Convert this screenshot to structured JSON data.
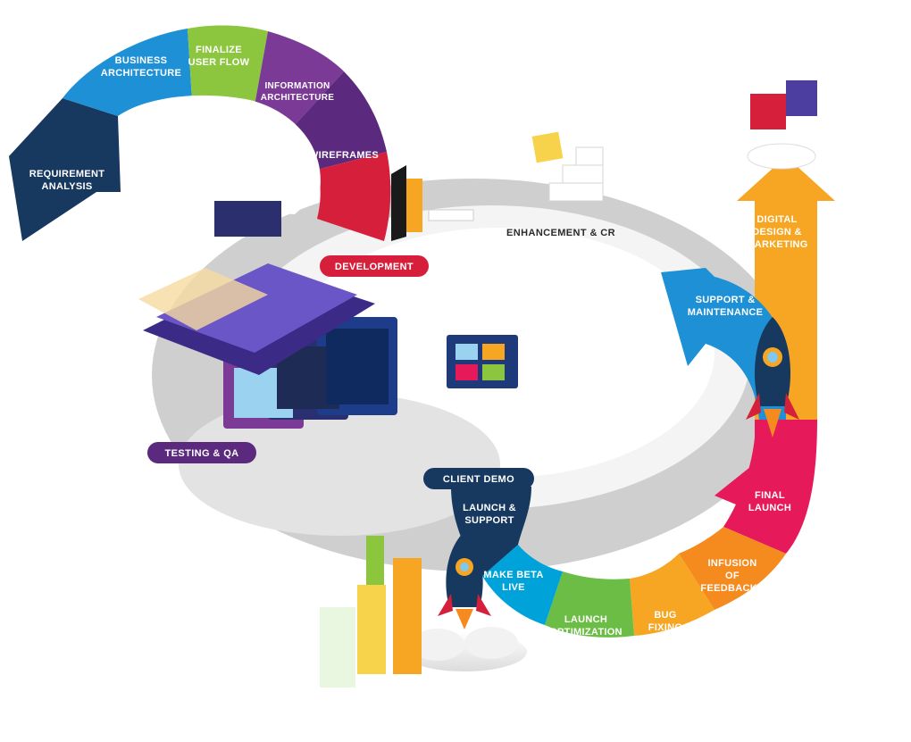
{
  "colors": {
    "navy": "#17385f",
    "blue": "#1e90d6",
    "green": "#8cc63f",
    "purple": "#7a3a96",
    "deep_purple": "#5b2a7e",
    "red": "#d61f3a",
    "pink": "#e6195a",
    "orange": "#f6a623",
    "dark_orange": "#f58a1f",
    "lime": "#6cbd45",
    "cyan": "#00a3d9",
    "grey_ring": "#d9d9d9"
  },
  "stages": {
    "requirement_analysis": [
      "REQUIREMENT",
      "ANALYSIS"
    ],
    "business_architecture": [
      "BUSINESS",
      "ARCHITECTURE"
    ],
    "finalize_user_flow": [
      "FINALIZE",
      "USER FLOW"
    ],
    "information_architecture": [
      "INFORMATION",
      "ARCHITECTURE"
    ],
    "wireframes": "WIREFRAMES",
    "development": "DEVELOPMENT",
    "enhancement_cr": "ENHANCEMENT & CR",
    "testing_qa": "TESTING & QA",
    "client_demo": "CLIENT DEMO",
    "launch_support": [
      "LAUNCH &",
      "SUPPORT"
    ],
    "make_beta_live": [
      "MAKE BETA",
      "LIVE"
    ],
    "launch_optimization": [
      "LAUNCH",
      "OPTIMIZATION"
    ],
    "bug_fixing": [
      "BUG",
      "FIXING"
    ],
    "infusion_of_feedbacks": [
      "INFUSION",
      "OF",
      "FEEDBACKS"
    ],
    "final_launch": [
      "FINAL",
      "LAUNCH"
    ],
    "support_maintenance": [
      "SUPPORT &",
      "MAINTENANCE"
    ],
    "digital_design_marketing": [
      "DIGITAL",
      "DESIGN &",
      "MARKETING"
    ]
  }
}
